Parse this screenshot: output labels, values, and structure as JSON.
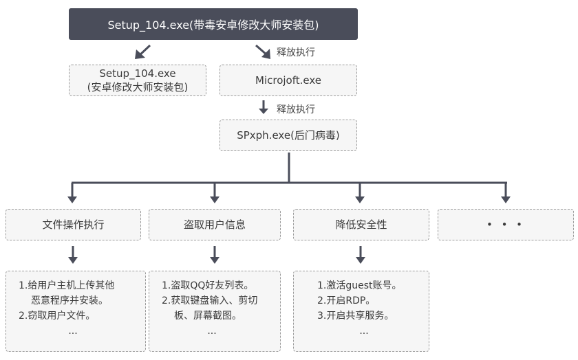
{
  "root": {
    "title": "Setup_104.exe(带毒安卓修改大师安装包)"
  },
  "left_child": {
    "line1": "Setup_104.exe",
    "line2": "(安卓修改大师安装包)"
  },
  "edge_labels": {
    "release1": "释放执行",
    "release2": "释放执行"
  },
  "microjoft": {
    "label": "Microjoft.exe"
  },
  "spxph": {
    "label": "SPxph.exe(后门病毒)"
  },
  "categories": [
    {
      "label": "文件操作执行"
    },
    {
      "label": "盗取用户信息"
    },
    {
      "label": "降低安全性"
    },
    {
      "label": "• • •"
    }
  ],
  "details": [
    {
      "lines": [
        "1.给用户主机上传其他",
        "恶意程序并安装。",
        "2.窃取用户文件。",
        "..."
      ]
    },
    {
      "lines": [
        "1.盗取QQ好友列表。",
        "2.获取键盘输入、剪切",
        "板、屏幕截图。",
        "..."
      ]
    },
    {
      "lines": [
        "1.激活guest账号。",
        "2.开启RDP。",
        "3.开启共享服务。",
        "..."
      ]
    }
  ],
  "colors": {
    "dark": "#4a4d5a",
    "box_fill": "#f6f6f6",
    "dash": "#9a9a9a"
  }
}
